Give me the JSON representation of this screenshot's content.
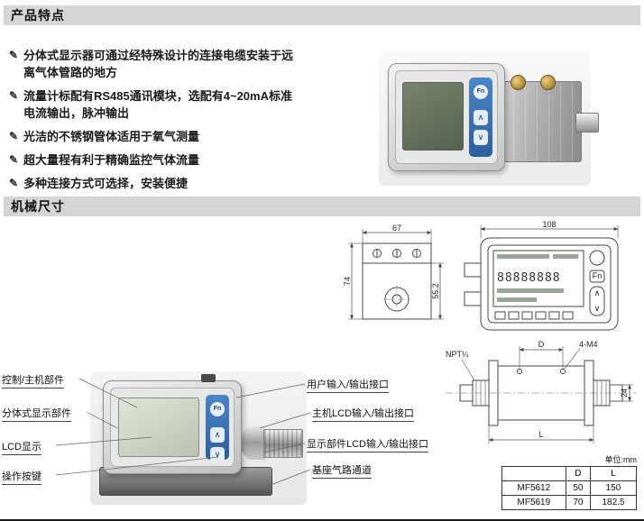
{
  "sections": {
    "features_title": "产品特点",
    "dimensions_title": "机械尺寸"
  },
  "icons": {
    "bullet": "✎"
  },
  "features": [
    "分体式显示器可通过经特殊设计的连接电缆安装于远离气体管路的地方",
    "流量计标配有RS485通讯模块，选配有4~20mA标准电流输出，脉冲输出",
    "光洁的不锈钢管体适用于氧气测量",
    "超大量程有利于精确监控气体流量",
    "多种连接方式可选择，安装便捷"
  ],
  "device": {
    "fn_label": "Fn",
    "up_label": "∧",
    "down_label": "∨",
    "lcd_value": "88888888"
  },
  "drawings": {
    "front": {
      "width": "67",
      "height": "74",
      "inner": "55.2"
    },
    "face": {
      "width": "108"
    },
    "body": {
      "d_label": "D",
      "l_label": "L",
      "holes_label": "4-M4",
      "height_label": "24",
      "thread_label": "NPT¼"
    }
  },
  "callouts": {
    "left": [
      "控制/主机部件",
      "分体式显示部件",
      "LCD显示",
      "操作按键"
    ],
    "right": [
      "用户输入/输出接口",
      "主机LCD输入/输出接口",
      "显示部件LCD输入/输出接口",
      "基座气路通道"
    ]
  },
  "size_table": {
    "unit_note": "单位:mm",
    "col_model": "",
    "col_d": "D",
    "col_l": "L",
    "rows": [
      {
        "model": "MF5612",
        "d": "50",
        "l": "150"
      },
      {
        "model": "MF5619",
        "d": "70",
        "l": "182.5"
      }
    ]
  }
}
